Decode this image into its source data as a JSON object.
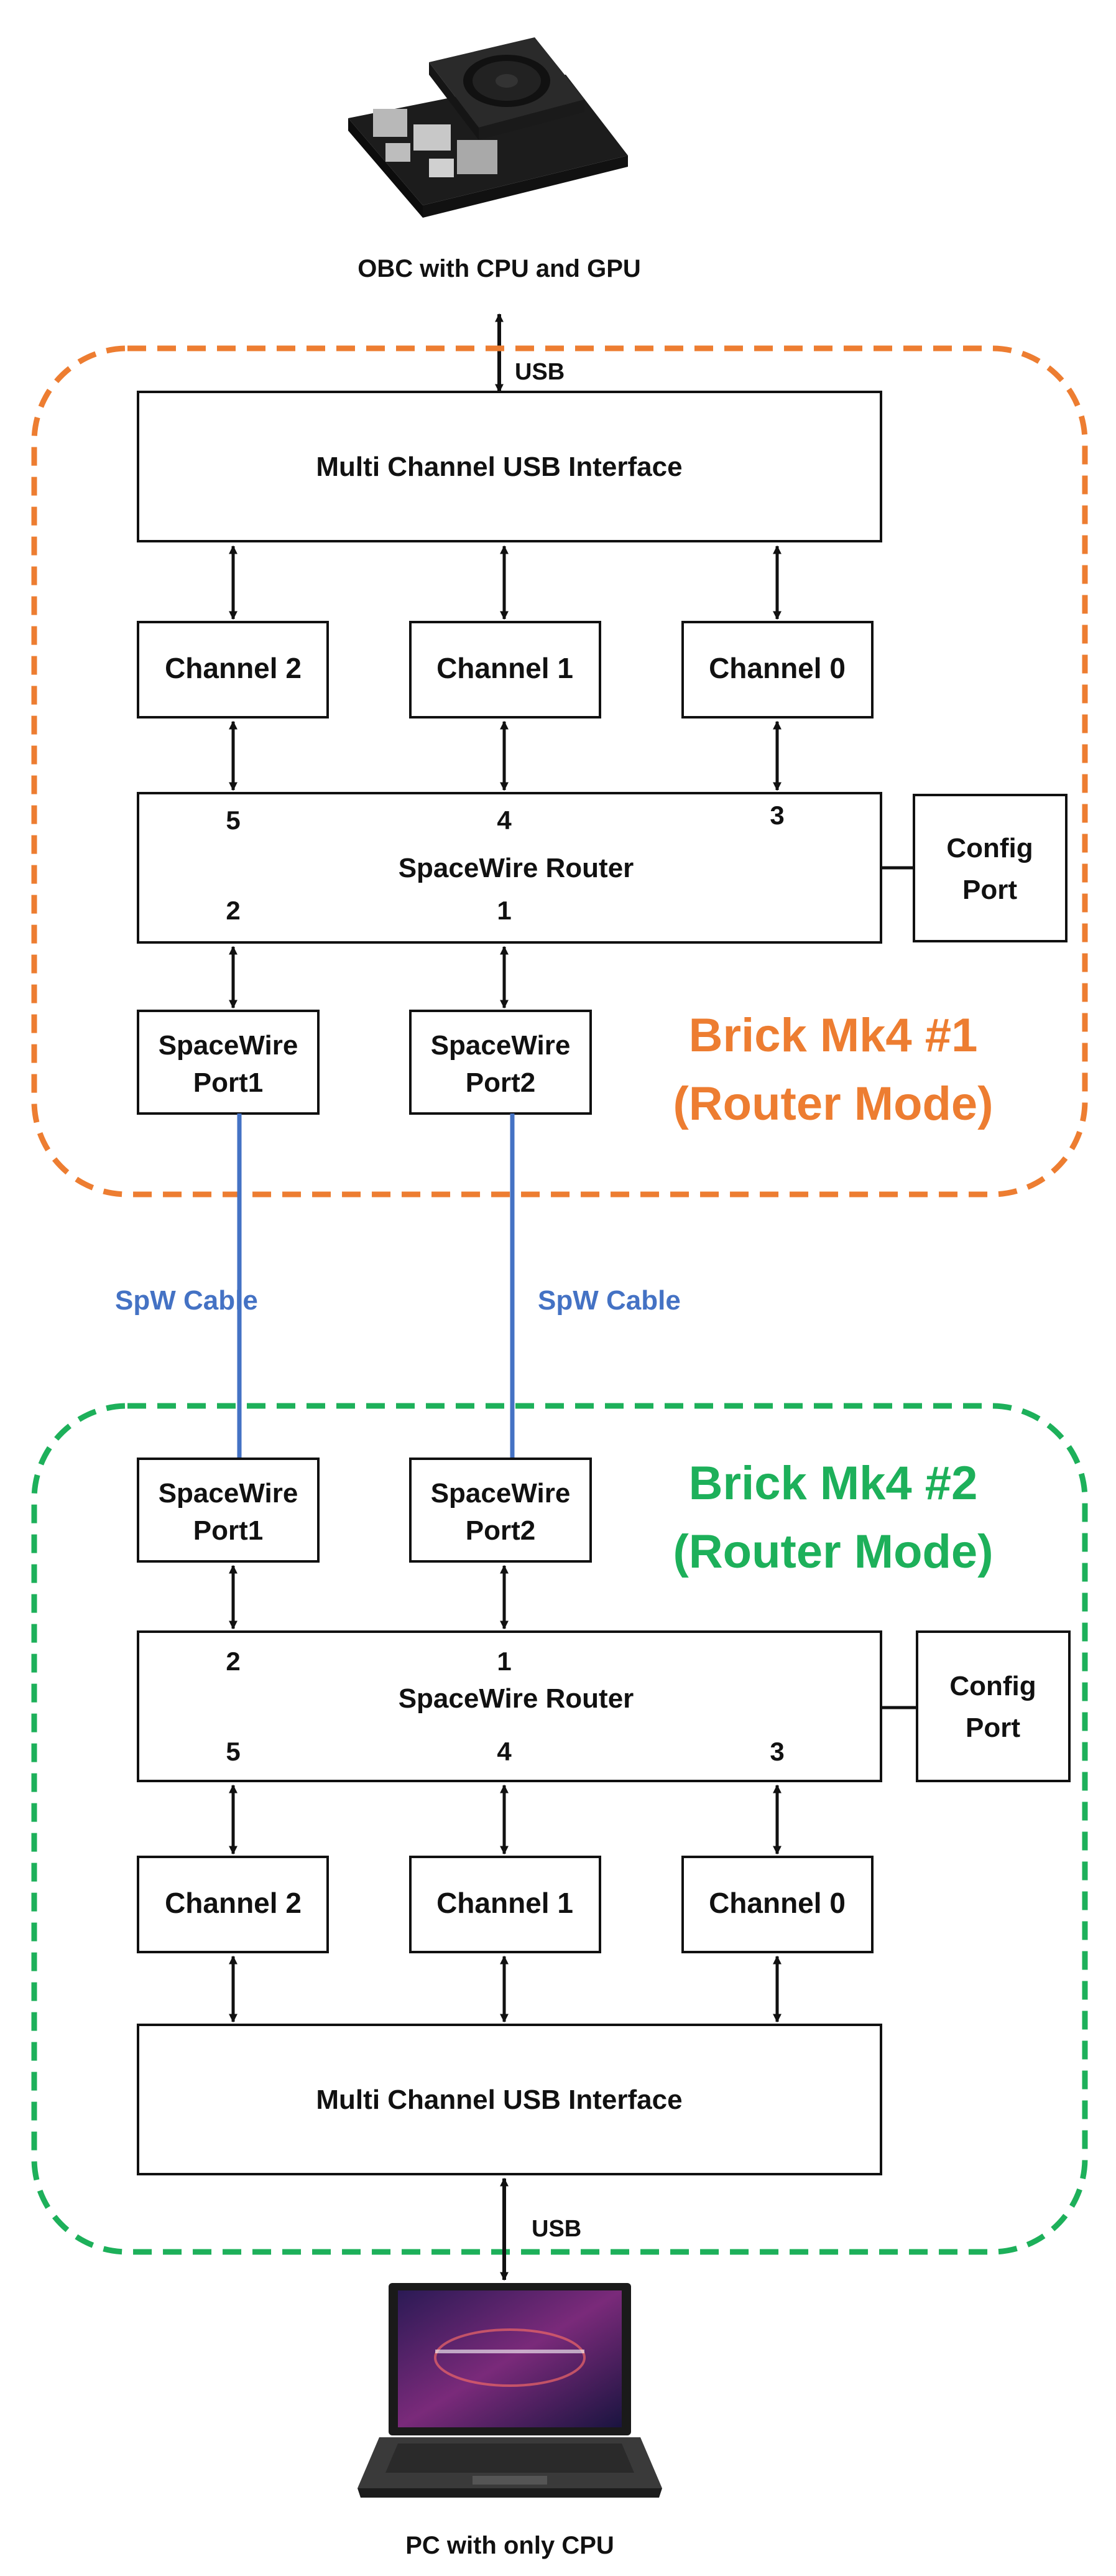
{
  "obc_label": "OBC with CPU and GPU",
  "pc_label": "PC with only CPU",
  "cable_label": "SpW Cable",
  "usb_label": "USB",
  "brick1": {
    "title_line1": "Brick Mk4 #1",
    "title_line2": "(Router Mode)",
    "color": "#ED7D31",
    "usb_interface": "Multi Channel USB Interface",
    "channels": [
      "Channel 2",
      "Channel 1",
      "Channel 0"
    ],
    "router": "SpaceWire Router",
    "router_ports_top": [
      "5",
      "4",
      "3"
    ],
    "router_ports_bottom": [
      "2",
      "1"
    ],
    "config_line1": "Config",
    "config_line2": "Port",
    "spw_ports": [
      {
        "line1": "SpaceWire",
        "line2": "Port1"
      },
      {
        "line1": "SpaceWire",
        "line2": "Port2"
      }
    ]
  },
  "brick2": {
    "title_line1": "Brick Mk4 #2",
    "title_line2": "(Router Mode)",
    "color": "#1DB05A",
    "usb_interface": "Multi Channel USB Interface",
    "channels": [
      "Channel 2",
      "Channel 1",
      "Channel 0"
    ],
    "router": "SpaceWire Router",
    "router_ports_top": [
      "2",
      "1"
    ],
    "router_ports_bottom": [
      "5",
      "4",
      "3"
    ],
    "config_line1": "Config",
    "config_line2": "Port",
    "spw_ports": [
      {
        "line1": "SpaceWire",
        "line2": "Port1"
      },
      {
        "line1": "SpaceWire",
        "line2": "Port2"
      }
    ]
  },
  "cable_color": "#4472C4"
}
